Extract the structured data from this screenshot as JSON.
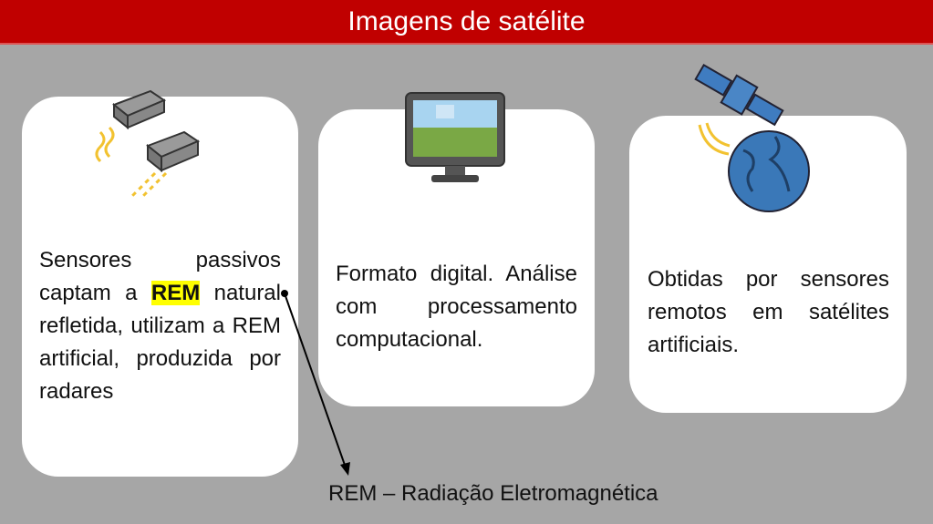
{
  "header": {
    "title": "Imagens de satélite"
  },
  "cards": [
    {
      "text_before": "Sensores passivos captam a ",
      "highlight": "REM",
      "text_after": " natural refletida, utilizam a REM artificial, produzida por radares",
      "icon": "sensors-icon"
    },
    {
      "text": "Formato digital. Análise com processamento computacional.",
      "icon": "monitor-icon"
    },
    {
      "text": "Obtidas por sensores remotos em satélites artificiais.",
      "icon": "satellite-earth-icon"
    }
  ],
  "footnote": "REM – Radiação Eletromagnética",
  "colors": {
    "header": "#c00000",
    "background": "#a6a6a6",
    "highlight": "#ffff00"
  }
}
